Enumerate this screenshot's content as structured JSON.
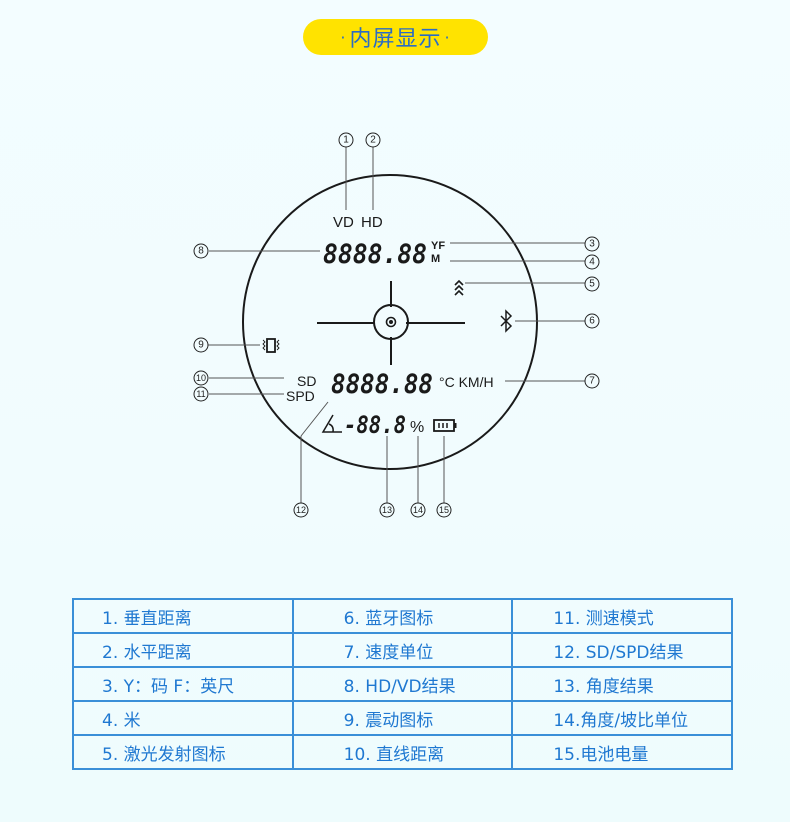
{
  "header": {
    "title": "内屏显示",
    "dot": "·",
    "accent_color": "#ffe300",
    "title_color": "#2b6cc4"
  },
  "display": {
    "vd_label": "VD",
    "hd_label": "HD",
    "main_digits": "8888.88",
    "unit_yf": "YF",
    "unit_m": "M",
    "sd_label": "SD",
    "spd_label": "SPD",
    "speed_digits": "8888.88",
    "speed_unit": "°C KM/H",
    "angle_digits": "-88.8",
    "percent": "%",
    "icons": [
      "laser-emit-icon",
      "bluetooth-icon",
      "vibration-icon",
      "crosshair-icon",
      "angle-icon",
      "battery-icon"
    ]
  },
  "callouts": [
    "1",
    "2",
    "3",
    "4",
    "5",
    "6",
    "7",
    "8",
    "9",
    "10",
    "11",
    "12",
    "13",
    "14",
    "15"
  ],
  "legend": {
    "rows": [
      [
        "1. 垂直距离",
        "6. 蓝牙图标",
        "11. 测速模式"
      ],
      [
        "2. 水平距离",
        "7. 速度单位",
        "12. SD/SPD结果"
      ],
      [
        "3. Y：码  F：英尺",
        "8. HD/VD结果",
        "13. 角度结果"
      ],
      [
        "4. 米",
        "9. 震动图标",
        "14.角度/坡比单位"
      ],
      [
        "5. 激光发射图标",
        "10. 直线距离",
        "15.电池电量"
      ]
    ],
    "border_color": "#3a8fd8",
    "text_color": "#1f78d1"
  }
}
